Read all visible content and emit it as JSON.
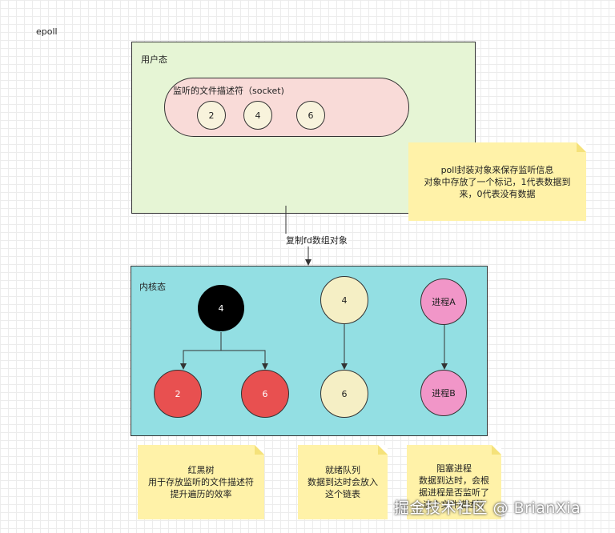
{
  "title": "epoll",
  "user_space": {
    "label": "用户态",
    "fd_group_label": "监听的文件描述符（socket)",
    "fds": [
      "2",
      "4",
      "6"
    ]
  },
  "note_poll": {
    "lines": [
      "poll封装对象来保存监听信息",
      "对象中存放了一个标记，1代表数据到",
      "来，0代表没有数据"
    ]
  },
  "copy_label": "复制fd数组对象",
  "kernel": {
    "label": "内核态",
    "rb_root": "4",
    "rb_left": "2",
    "rb_right": "6",
    "ready_top": "4",
    "ready_bottom": "6",
    "proc_a": "进程A",
    "proc_b": "进程B"
  },
  "note_rbtree": {
    "lines": [
      "红黑树",
      "用于存放监听的文件描述符",
      "提升遍历的效率"
    ]
  },
  "note_ready": {
    "lines": [
      "就绪队列",
      "数据到达时会放入",
      "这个链表"
    ]
  },
  "note_block": {
    "lines": [
      "阻塞进程",
      "数据到达时，会根",
      "据进程是否监听了",
      "这个文件描述符"
    ]
  },
  "watermark": "掘金技术社区 @ BrianXia",
  "colors": {
    "user_bg": "#e6f5d5",
    "fd_group_bg": "#f9dbd8",
    "kernel_bg": "#93dfe3",
    "black_node": "#000000",
    "red_node": "#e85050",
    "cream_node": "#f5efc5",
    "pink_node": "#f196c8",
    "note_bg": "#fff2a8"
  }
}
